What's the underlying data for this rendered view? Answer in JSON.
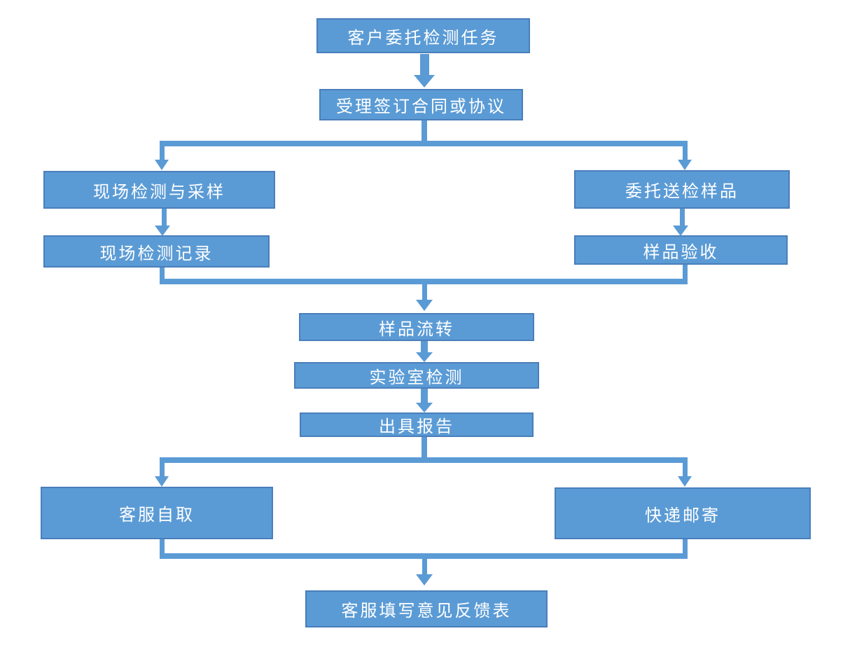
{
  "diagram": {
    "type": "flowchart",
    "orientation": "top-down"
  },
  "colors": {
    "node_fill": "#5B9BD5",
    "node_border": "#4A7EBB",
    "connector": "#5B9BD5",
    "text": "#FFFFFF",
    "background": "#FFFFFF"
  },
  "nodes": {
    "task": {
      "label": "客户委托检测任务"
    },
    "contract": {
      "label": "受理签订合同或协议"
    },
    "onsite": {
      "label": "现场检测与采样"
    },
    "record": {
      "label": "现场检测记录"
    },
    "send": {
      "label": "委托送检样品"
    },
    "accept": {
      "label": "样品验收"
    },
    "flow": {
      "label": "样品流转"
    },
    "lab": {
      "label": "实验室检测"
    },
    "report": {
      "label": "出具报告"
    },
    "pickup": {
      "label": "客服自取"
    },
    "mail": {
      "label": "快递邮寄"
    },
    "feedback": {
      "label": "客服填写意见反馈表"
    }
  },
  "edges": [
    {
      "from": "task",
      "to": "contract"
    },
    {
      "from": "contract",
      "to": "onsite"
    },
    {
      "from": "contract",
      "to": "send"
    },
    {
      "from": "onsite",
      "to": "record"
    },
    {
      "from": "send",
      "to": "accept"
    },
    {
      "from": "record",
      "to": "flow"
    },
    {
      "from": "accept",
      "to": "flow"
    },
    {
      "from": "flow",
      "to": "lab"
    },
    {
      "from": "lab",
      "to": "report"
    },
    {
      "from": "report",
      "to": "pickup"
    },
    {
      "from": "report",
      "to": "mail"
    },
    {
      "from": "pickup",
      "to": "feedback"
    },
    {
      "from": "mail",
      "to": "feedback"
    }
  ]
}
